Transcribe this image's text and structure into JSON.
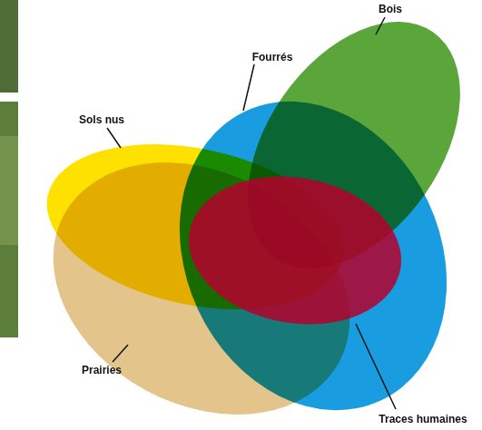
{
  "diagram": {
    "labels": [
      "Bois",
      "Fourrés",
      "Sols nus",
      "Prairies",
      "Traces humaines"
    ]
  }
}
